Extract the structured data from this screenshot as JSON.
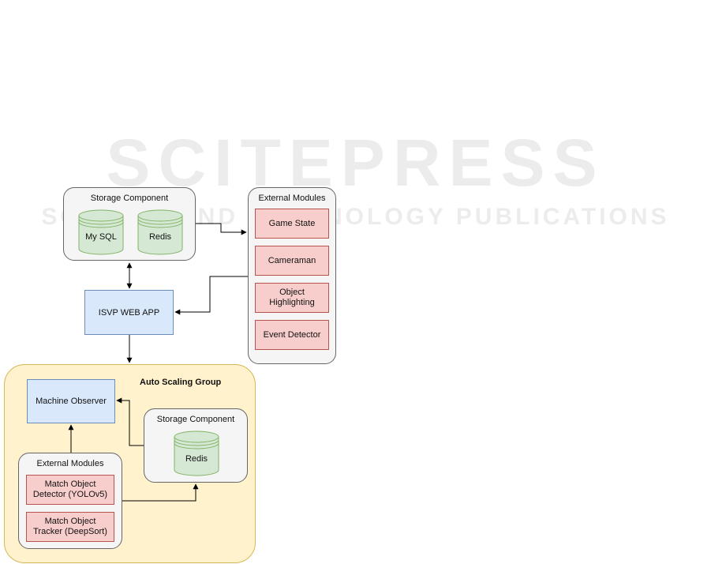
{
  "watermark": {
    "main": "SCITEPRESS",
    "sub": "SCIENCE AND TECHNOLOGY PUBLICATIONS"
  },
  "top_storage": {
    "title": "Storage Component",
    "db1": "My SQL",
    "db2": "Redis"
  },
  "top_external": {
    "title": "External Modules",
    "modules": [
      "Game State",
      "Cameraman",
      "Object Highlighting",
      "Event Detector"
    ]
  },
  "web_app": {
    "label": "ISVP WEB APP"
  },
  "asg": {
    "title": "Auto Scaling Group",
    "observer": "Machine Observer",
    "storage_title": "Storage Component",
    "storage_db": "Redis",
    "external_title": "External Modules",
    "modules": [
      "Match Object Detector (YOLOv5)",
      "Match Object Tracker (DeepSort)"
    ]
  },
  "colors": {
    "blue_fill": "#dae8fc",
    "red_fill": "#f8cecc",
    "green_fill": "#d5e8d4",
    "yellow_fill": "#fff2cc",
    "group_fill": "#f5f5f5"
  }
}
